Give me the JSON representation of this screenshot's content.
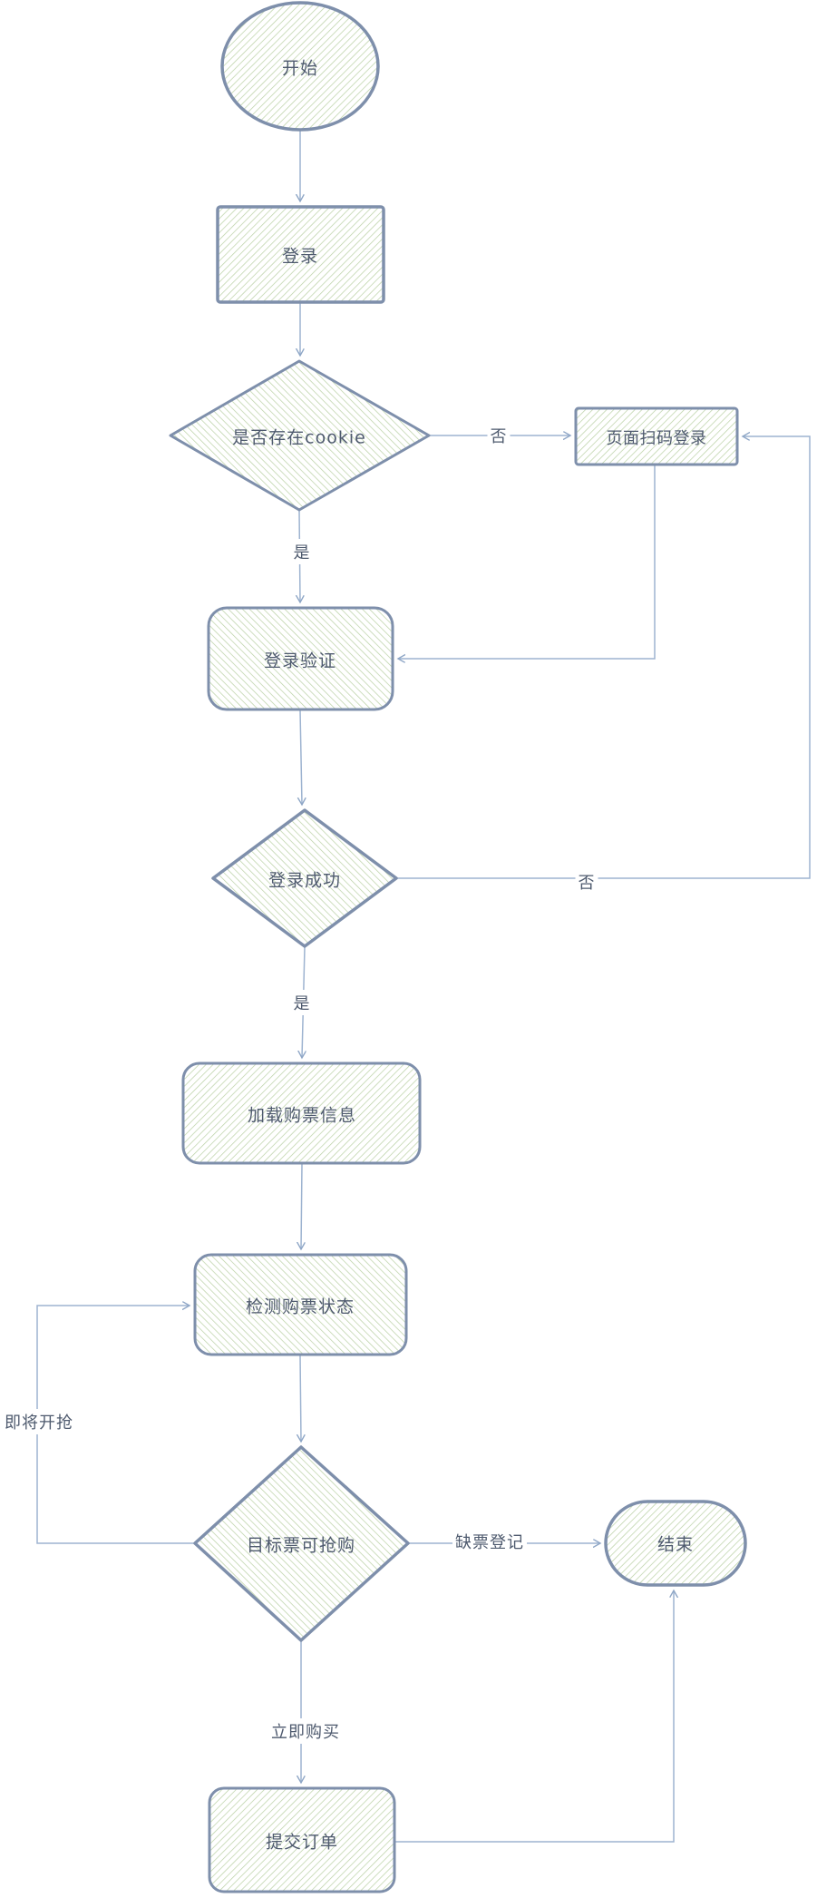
{
  "diagram": {
    "type": "flowchart",
    "nodes": [
      {
        "id": "start",
        "label": "开始",
        "shape": "ellipse"
      },
      {
        "id": "login",
        "label": "登录",
        "shape": "rectangle"
      },
      {
        "id": "cookie-check",
        "label": "是否存在cookie",
        "shape": "diamond"
      },
      {
        "id": "qr-login",
        "label": "页面扫码登录",
        "shape": "rectangle"
      },
      {
        "id": "login-verify",
        "label": "登录验证",
        "shape": "rounded-rectangle"
      },
      {
        "id": "login-success",
        "label": "登录成功",
        "shape": "diamond"
      },
      {
        "id": "load-ticket-info",
        "label": "加载购票信息",
        "shape": "rounded-rectangle"
      },
      {
        "id": "detect-status",
        "label": "检测购票状态",
        "shape": "rounded-rectangle"
      },
      {
        "id": "target-available",
        "label": "目标票可抢购",
        "shape": "diamond"
      },
      {
        "id": "end",
        "label": "结束",
        "shape": "stadium"
      },
      {
        "id": "submit-order",
        "label": "提交订单",
        "shape": "rounded-rectangle"
      }
    ],
    "edge_labels": {
      "cookie_no": "否",
      "cookie_yes": "是",
      "success_no": "否",
      "success_yes": "是",
      "sold_out": "缺票登记",
      "about_to_open": "即将开抢",
      "buy_now": "立即购买"
    },
    "colors": {
      "background": "#ffffff",
      "shape_border": "#7e8fab",
      "shape_hatch_green": "#b9d0a4",
      "connector": "#9db3d0",
      "text": "#4e5a6e"
    }
  }
}
